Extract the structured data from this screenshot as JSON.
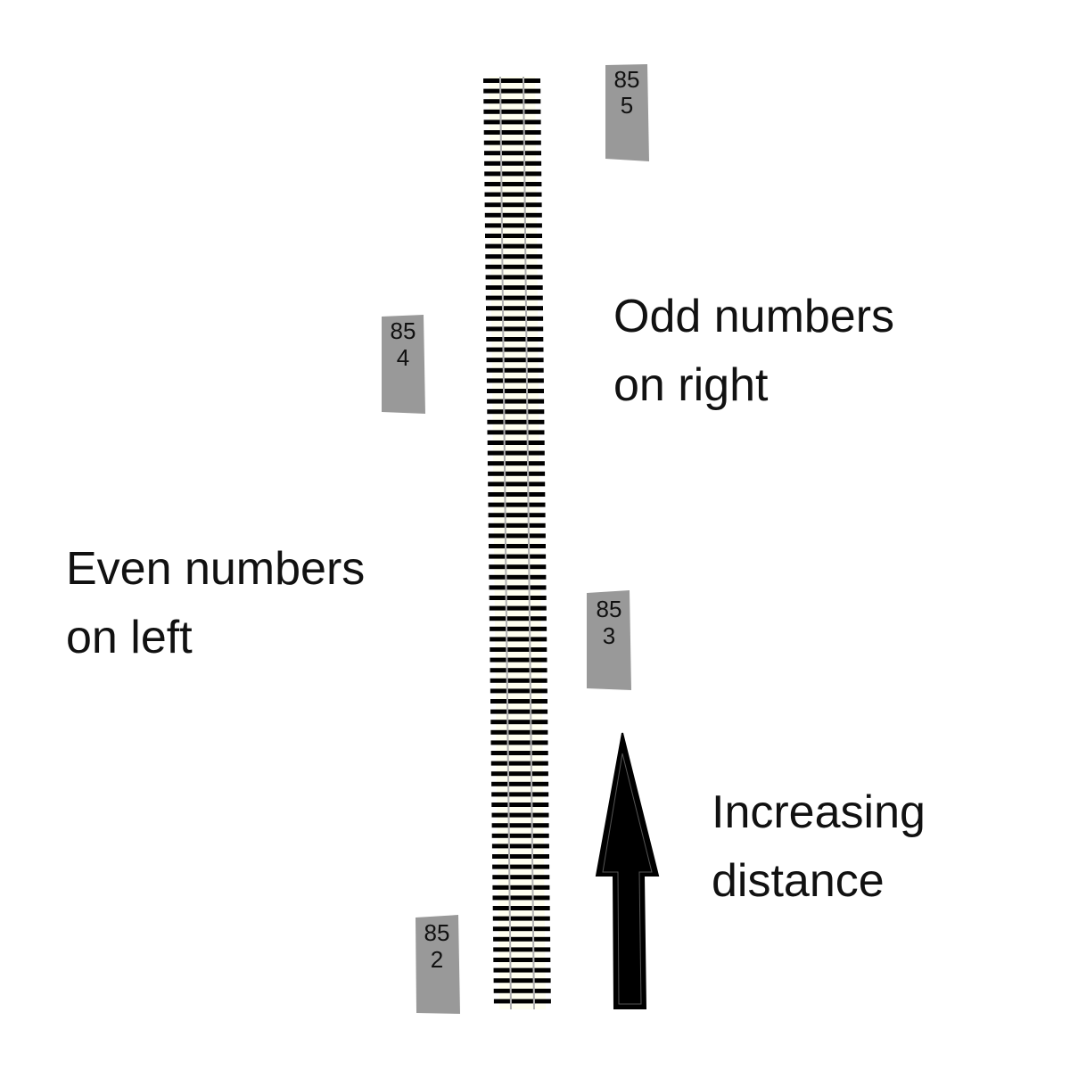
{
  "labels": {
    "odd_line1": "Odd numbers",
    "odd_line2": "on right",
    "even_line1": "Even numbers",
    "even_line2": "on left",
    "distance_line1": "Increasing",
    "distance_line2": "distance"
  },
  "markers": [
    {
      "top": "85",
      "bottom": "5"
    },
    {
      "top": "85",
      "bottom": "4"
    },
    {
      "top": "85",
      "bottom": "3"
    },
    {
      "top": "85",
      "bottom": "2"
    }
  ],
  "colors": {
    "marker_fill": "#999999",
    "rail_fill": "#fffff0",
    "tie": "#000000",
    "rail_line": "#b0b0b0",
    "arrow": "#000000"
  }
}
